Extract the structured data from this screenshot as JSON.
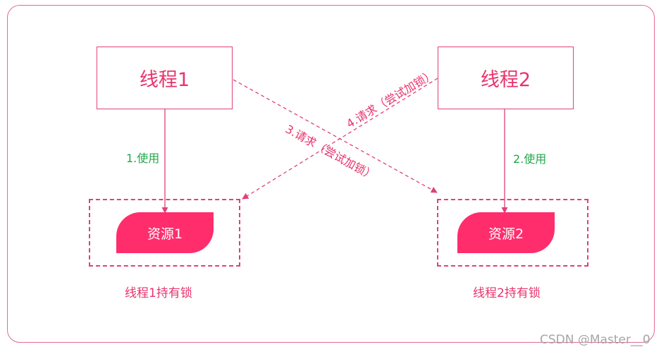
{
  "threads": [
    {
      "label": "线程1"
    },
    {
      "label": "线程2"
    }
  ],
  "resources": [
    {
      "label": "资源1",
      "caption": "线程1持有锁"
    },
    {
      "label": "资源2",
      "caption": "线程2持有锁"
    }
  ],
  "edges": {
    "use1": "1.使用",
    "use2": "2.使用",
    "request3": "3.请求（尝试加锁）",
    "request4": "4.请求（尝试加锁）"
  },
  "watermark": "CSDN @Master__0",
  "colors": {
    "accent": "#e8336d",
    "resource_fill": "#ff2d6c",
    "use_label": "#21a84a",
    "frame": "#e36b90"
  }
}
